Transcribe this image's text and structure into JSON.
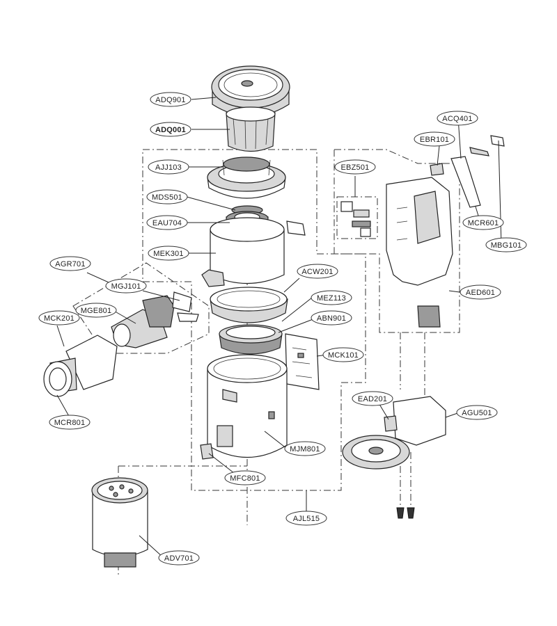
{
  "diagram": {
    "labels": [
      {
        "id": "ADQ901",
        "text": "ADQ901",
        "bold": false
      },
      {
        "id": "ADQ001",
        "text": "ADQ001",
        "bold": true
      },
      {
        "id": "AJJ103",
        "text": "AJJ103",
        "bold": false
      },
      {
        "id": "MDS501",
        "text": "MDS501",
        "bold": false
      },
      {
        "id": "EAU704",
        "text": "EAU704",
        "bold": false
      },
      {
        "id": "MEK301",
        "text": "MEK301",
        "bold": false
      },
      {
        "id": "AGR701",
        "text": "AGR701",
        "bold": false
      },
      {
        "id": "MGJ101",
        "text": "MGJ101",
        "bold": false
      },
      {
        "id": "MGE801",
        "text": "MGE801",
        "bold": false
      },
      {
        "id": "MCK201",
        "text": "MCK201",
        "bold": false
      },
      {
        "id": "MCR801",
        "text": "MCR801",
        "bold": false
      },
      {
        "id": "ACW201",
        "text": "ACW201",
        "bold": false
      },
      {
        "id": "MEZ113",
        "text": "MEZ113",
        "bold": false
      },
      {
        "id": "ABN901",
        "text": "ABN901",
        "bold": false
      },
      {
        "id": "MCK101",
        "text": "MCK101",
        "bold": false
      },
      {
        "id": "MJM801",
        "text": "MJM801",
        "bold": false
      },
      {
        "id": "MFC801",
        "text": "MFC801",
        "bold": false
      },
      {
        "id": "AJL515",
        "text": "AJL515",
        "bold": false
      },
      {
        "id": "ADV701",
        "text": "ADV701",
        "bold": false
      },
      {
        "id": "EBZ501",
        "text": "EBZ501",
        "bold": false
      },
      {
        "id": "EBR101",
        "text": "EBR101",
        "bold": false
      },
      {
        "id": "ACQ401",
        "text": "ACQ401",
        "bold": false
      },
      {
        "id": "MCR601",
        "text": "MCR601",
        "bold": false
      },
      {
        "id": "MBG101",
        "text": "MBG101",
        "bold": false
      },
      {
        "id": "AED601",
        "text": "AED601",
        "bold": false
      },
      {
        "id": "EAD201",
        "text": "EAD201",
        "bold": false
      },
      {
        "id": "AGU501",
        "text": "AGU501",
        "bold": false
      }
    ]
  }
}
